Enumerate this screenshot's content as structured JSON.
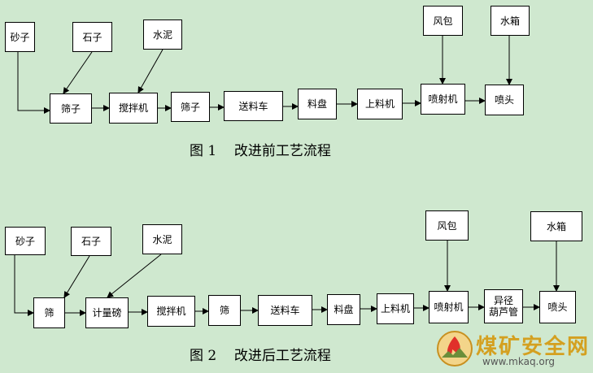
{
  "figure1": {
    "caption": "图 1    改进前工艺流程",
    "boxes": {
      "sand": "砂子",
      "stone": "石子",
      "cement": "水泥",
      "air": "风包",
      "water": "水箱",
      "sieve": "筛子",
      "mixer": "搅拌机",
      "sieve2": "筛子",
      "conveyor": "送料车",
      "tray": "料盘",
      "loader": "上料机",
      "sprayer": "喷射机",
      "nozzle": "喷头"
    }
  },
  "figure2": {
    "caption": "图 2    改进后工艺流程",
    "boxes": {
      "sand": "砂子",
      "stone": "石子",
      "cement": "水泥",
      "air": "风包",
      "water": "水箱",
      "sieve": "筛",
      "meter": "计量磅",
      "mixer": "搅拌机",
      "sieve2": "筛",
      "conveyor": "送料车",
      "tray": "料盘",
      "loader": "上料机",
      "sprayer": "喷射机",
      "reducer": "异径\n葫芦管",
      "nozzle": "喷头"
    }
  },
  "watermark": {
    "title": "煤矿安全网",
    "url": "www.mkaq.org"
  },
  "colors": {
    "background": "#cfe8cf",
    "box_fill": "#ffffff",
    "line": "#000000"
  }
}
